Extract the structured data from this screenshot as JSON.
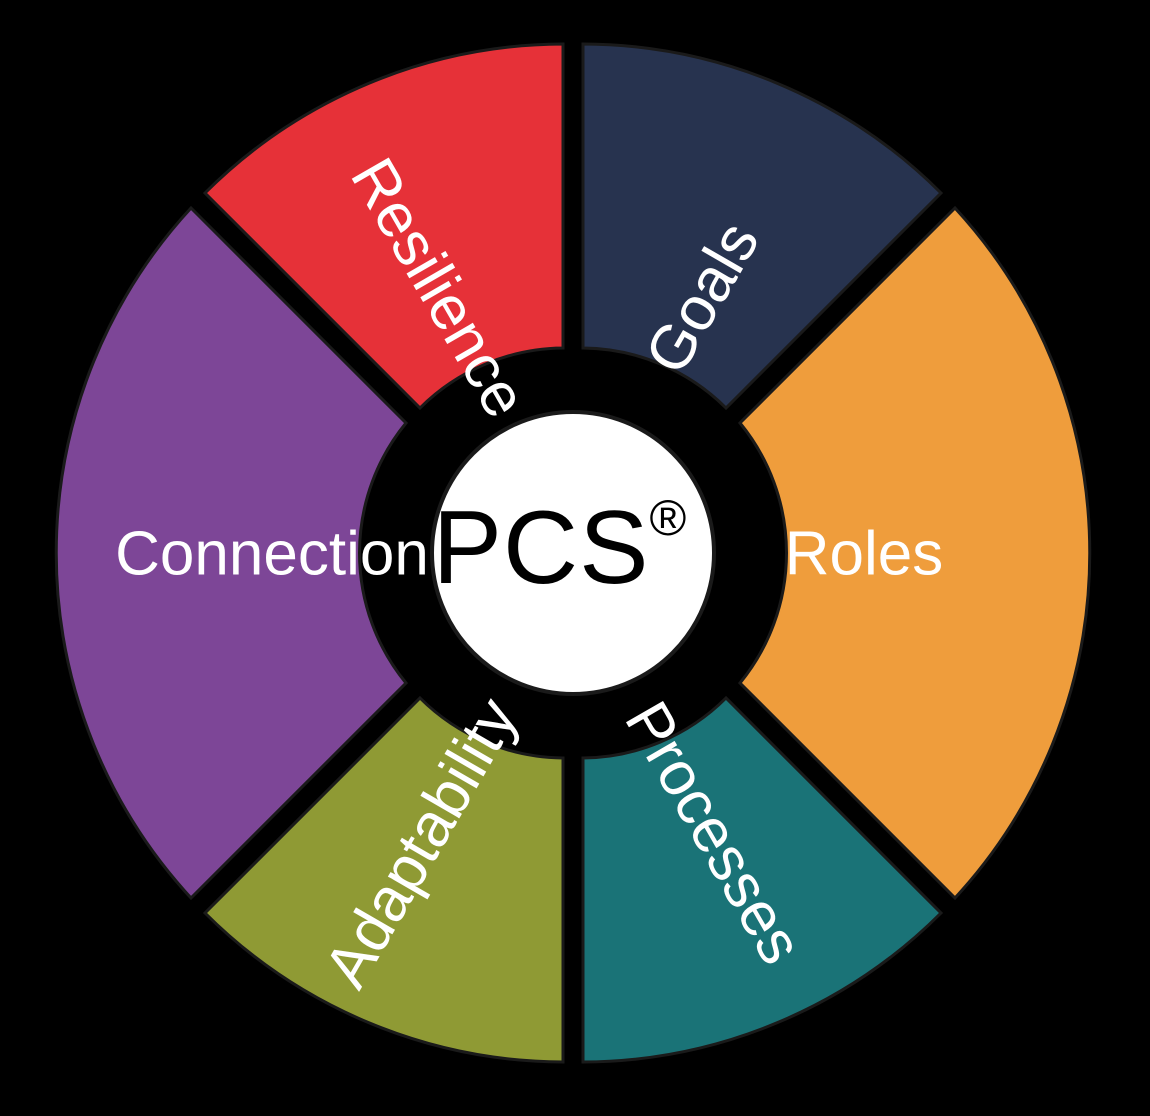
{
  "diagram": {
    "type": "segmented-wheel",
    "title": "PCS Model Wheel",
    "background_color": "#000000",
    "center": {
      "label": "PCS",
      "trademark": "®",
      "full_label": "PCS®",
      "fill_color": "#ffffff",
      "text_color": "#000000",
      "stroke_color": "#1a1a1a"
    },
    "segment_count": 6,
    "segments": [
      {
        "id": "goals",
        "label": "Goals",
        "color": "#27334f",
        "text_color": "#ffffff",
        "position": "upper-right",
        "start_angle": -90,
        "end_angle": -30,
        "label_rotation": -60
      },
      {
        "id": "roles",
        "label": "Roles",
        "color": "#ef9d3c",
        "text_color": "#ffffff",
        "position": "right",
        "start_angle": -30,
        "end_angle": 30,
        "label_rotation": 0
      },
      {
        "id": "processes",
        "label": "Processes",
        "color": "#1a7377",
        "text_color": "#ffffff",
        "position": "lower-right",
        "start_angle": 30,
        "end_angle": 90,
        "label_rotation": 60
      },
      {
        "id": "adaptability",
        "label": "Adaptability",
        "color": "#8f9a34",
        "text_color": "#ffffff",
        "position": "lower-left",
        "start_angle": 90,
        "end_angle": 150,
        "label_rotation": -60
      },
      {
        "id": "connection",
        "label": "Connection",
        "color": "#7d4697",
        "text_color": "#ffffff",
        "position": "left",
        "start_angle": 150,
        "end_angle": 210,
        "label_rotation": 0
      },
      {
        "id": "resilience",
        "label": "Resilience",
        "color": "#e63138",
        "text_color": "#ffffff",
        "position": "upper-left",
        "start_angle": 210,
        "end_angle": 270,
        "label_rotation": 60
      }
    ]
  },
  "chart_data": {
    "type": "pie",
    "title": "PCS®",
    "categories": [
      "Goals",
      "Roles",
      "Processes",
      "Adaptability",
      "Connection",
      "Resilience"
    ],
    "values": [
      1,
      1,
      1,
      1,
      1,
      1
    ],
    "colors": [
      "#27334f",
      "#ef9d3c",
      "#1a7377",
      "#8f9a34",
      "#7d4697",
      "#e63138"
    ],
    "legend": "none",
    "grid": false
  }
}
